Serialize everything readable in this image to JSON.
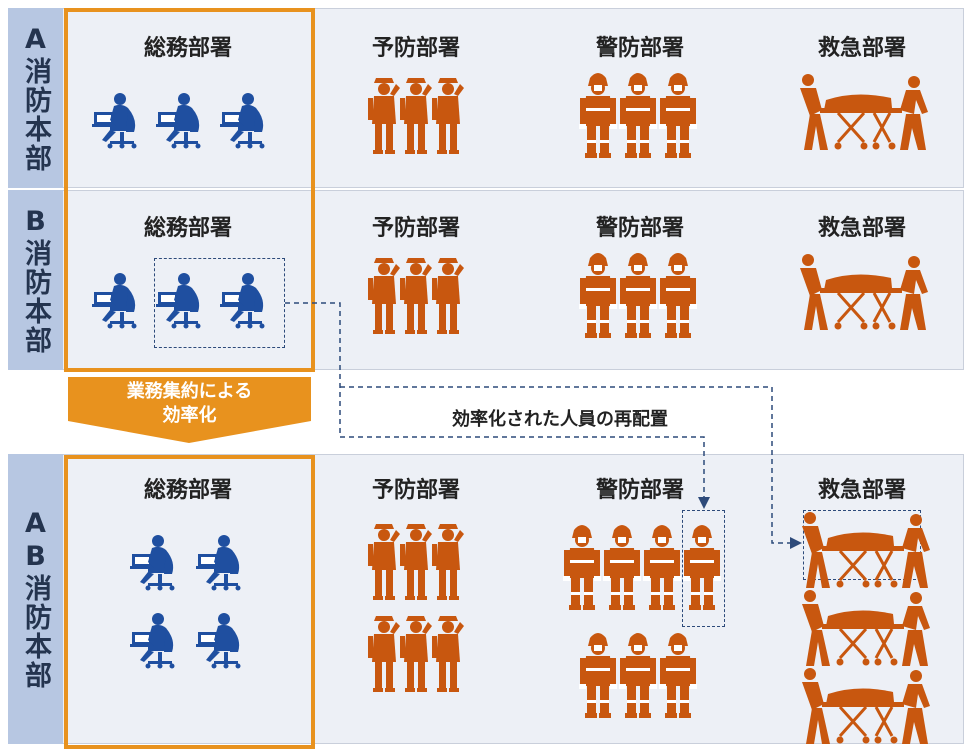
{
  "colors": {
    "office": "#1f4fa0",
    "fire": "#c8570f",
    "frame": "#e8921e",
    "band": "#edf0f6",
    "sidebar": "#b7c7e2"
  },
  "rows": {
    "a": {
      "label": "A消防本部",
      "departments": [
        {
          "name": "総務部署",
          "icon": "office-worker-icon",
          "count": 3
        },
        {
          "name": "予防部署",
          "icon": "fire-officer-icon",
          "count": 3
        },
        {
          "name": "警防部署",
          "icon": "firefighter-icon",
          "count": 3
        },
        {
          "name": "救急部署",
          "icon": "stretcher-team-icon",
          "count": 1
        }
      ]
    },
    "b": {
      "label": "B消防本部",
      "departments": [
        {
          "name": "総務部署",
          "icon": "office-worker-icon",
          "count": 3
        },
        {
          "name": "予防部署",
          "icon": "fire-officer-icon",
          "count": 3
        },
        {
          "name": "警防部署",
          "icon": "firefighter-icon",
          "count": 3
        },
        {
          "name": "救急部署",
          "icon": "stretcher-team-icon",
          "count": 1
        }
      ]
    },
    "ab": {
      "label": "AB消防本部",
      "departments": [
        {
          "name": "総務部署",
          "icon": "office-worker-icon",
          "count": 4
        },
        {
          "name": "予防部署",
          "icon": "fire-officer-icon",
          "count": 6
        },
        {
          "name": "警防部署",
          "icon": "firefighter-icon",
          "count": 7
        },
        {
          "name": "救急部署",
          "icon": "stretcher-team-icon",
          "count": 3
        }
      ]
    }
  },
  "banner": {
    "line1": "業務集約による",
    "line2": "効率化"
  },
  "flow_label": "効率化された人員の再配置"
}
